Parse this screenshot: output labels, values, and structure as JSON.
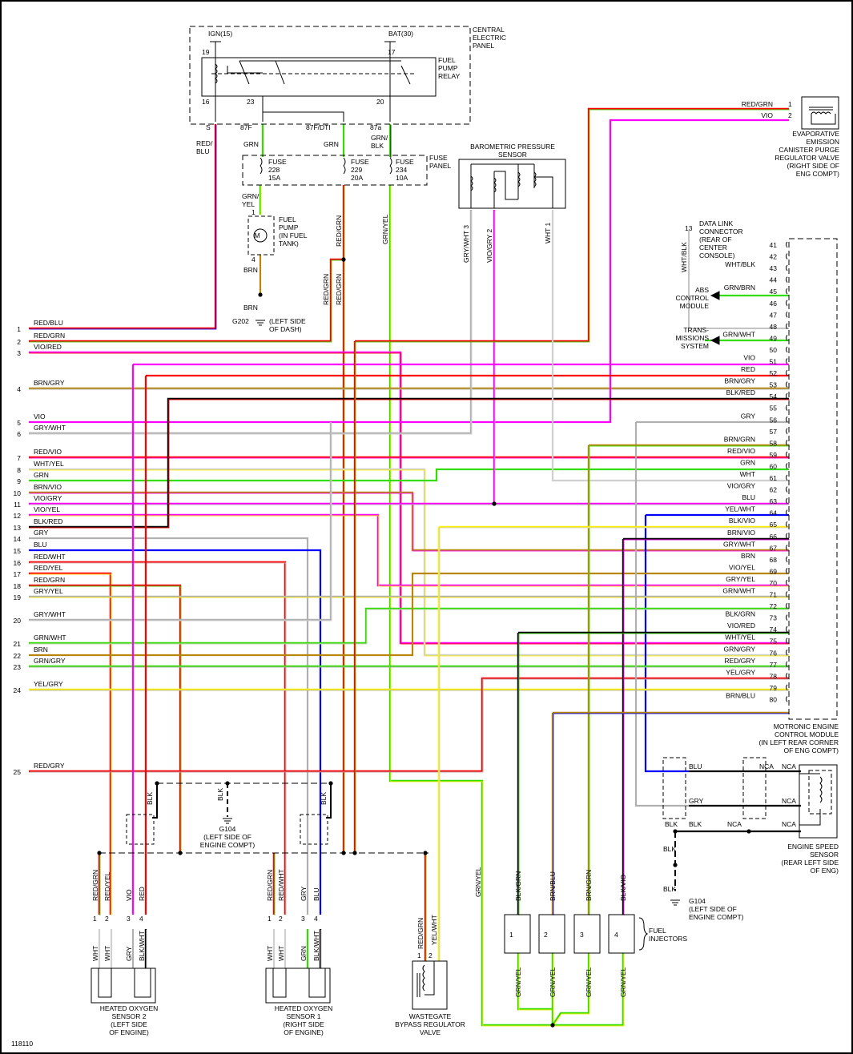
{
  "diagram_id": "118110",
  "colors": {
    "RED": "#ff0000",
    "BLU": "#0000ff",
    "GRN": "#33dd00",
    "VIO": "#ff00ff",
    "BRN": "#b8860b",
    "GRY": "#b0b0b0",
    "WHT": "#d0d0d0",
    "YEL": "#ffee00",
    "BLK": "#000000",
    "GRNLT": "#66ee00"
  },
  "components": {
    "central_panel": {
      "title": [
        "CENTRAL",
        "ELECTRIC",
        "PANEL"
      ],
      "ign": "IGN(15)",
      "bat": "BAT(30)",
      "pins": [
        "19",
        "17",
        "16",
        "23",
        "20"
      ],
      "outputs": [
        "S",
        "87F",
        "87F/DTI",
        "87a"
      ]
    },
    "relay": {
      "title": [
        "FUEL",
        "PUMP",
        "RELAY"
      ]
    },
    "fuse_panel": {
      "title": [
        "FUSE",
        "PANEL"
      ],
      "fuses": [
        {
          "name": "FUSE",
          "num": "228",
          "amp": "15A"
        },
        {
          "name": "FUSE",
          "num": "229",
          "amp": "20A"
        },
        {
          "name": "FUSE",
          "num": "234",
          "amp": "10A"
        }
      ]
    },
    "fuel_pump": {
      "title": [
        "FUEL",
        "PUMP",
        "(IN FUEL",
        "TANK)"
      ],
      "motor": "M",
      "pins": [
        "1",
        "4"
      ]
    },
    "g202": {
      "name": "G202",
      "loc": [
        "(LEFT SIDE",
        "OF DASH)"
      ]
    },
    "baro": {
      "title": [
        "BAROMETRIC PRESSURE",
        "SENSOR"
      ],
      "pins": [
        "3",
        "2",
        "1"
      ]
    },
    "evap": {
      "title": [
        "EVAPORATIVE",
        "EMISSION",
        "CANISTER PURGE",
        "REGULATOR VALVE",
        "(RIGHT SIDE OF",
        "ENG COMPT)"
      ],
      "pins": [
        "1",
        "2"
      ]
    },
    "dlc": {
      "title": [
        "DATA LINK",
        "CONNECTOR",
        "(REAR OF",
        "CENTER",
        "CONSOLE)"
      ],
      "pin": "13"
    },
    "abs": {
      "title": [
        "ABS",
        "CONTROL",
        "MODULE"
      ]
    },
    "trans": {
      "title": [
        "TRANS-",
        "MISSIONS",
        "SYSTEM"
      ]
    },
    "ecm": {
      "title": [
        "MOTRONIC ENGINE",
        "CONTROL MODULE",
        "(IN LEFT REAR CORNER",
        "OF ENG COMPT)"
      ]
    },
    "g104_top": {
      "name": "G104",
      "loc": [
        "(LEFT SIDE OF",
        "ENGINE COMPT)"
      ]
    },
    "g104_right": {
      "name": "G104",
      "loc": [
        "(LEFT SIDE OF",
        "ENGINE COMPT)"
      ]
    },
    "engine_speed": {
      "title": [
        "ENGINE SPEED",
        "SENSOR",
        "(REAR LEFT SIDE",
        "OF ENG)"
      ]
    },
    "injectors": {
      "title": [
        "FUEL",
        "INJECTORS"
      ],
      "nums": [
        "1",
        "2",
        "3",
        "4"
      ]
    },
    "ho2s2": {
      "title": [
        "HEATED OXYGEN",
        "SENSOR 2",
        "(LEFT SIDE",
        "OF ENGINE)"
      ],
      "pins": [
        "1",
        "2",
        "3",
        "4"
      ]
    },
    "ho2s1": {
      "title": [
        "HEATED OXYGEN",
        "SENSOR 1",
        "(RIGHT SIDE",
        "OF ENGINE)"
      ],
      "pins": [
        "1",
        "2",
        "3",
        "4"
      ]
    },
    "wastegate": {
      "title": [
        "WASTEGATE",
        "BYPASS REGULATOR",
        "VALVE"
      ],
      "pins": [
        "1",
        "2"
      ]
    }
  },
  "left_connector": [
    {
      "pin": "1",
      "wire": "RED/BLU"
    },
    {
      "pin": "2",
      "wire": "RED/GRN"
    },
    {
      "pin": "3",
      "wire": "VIO/RED"
    },
    {
      "pin": "4",
      "wire": "BRN/GRY"
    },
    {
      "pin": "5",
      "wire": "VIO"
    },
    {
      "pin": "6",
      "wire": "GRY/WHT"
    },
    {
      "pin": "7",
      "wire": "RED/VIO"
    },
    {
      "pin": "8",
      "wire": "WHT/YEL"
    },
    {
      "pin": "9",
      "wire": "GRN"
    },
    {
      "pin": "10",
      "wire": "BRN/VIO"
    },
    {
      "pin": "11",
      "wire": "VIO/GRY"
    },
    {
      "pin": "12",
      "wire": "VIO/YEL"
    },
    {
      "pin": "13",
      "wire": "BLK/RED"
    },
    {
      "pin": "14",
      "wire": "GRY"
    },
    {
      "pin": "15",
      "wire": "BLU"
    },
    {
      "pin": "16",
      "wire": "RED/WHT"
    },
    {
      "pin": "17",
      "wire": "RED/YEL"
    },
    {
      "pin": "18",
      "wire": "RED/GRN"
    },
    {
      "pin": "19",
      "wire": "GRY/YEL"
    },
    {
      "pin": "20",
      "wire": "GRY/WHT"
    },
    {
      "pin": "21",
      "wire": "GRN/WHT"
    },
    {
      "pin": "22",
      "wire": "BRN"
    },
    {
      "pin": "23",
      "wire": "GRN/GRY"
    },
    {
      "pin": "24",
      "wire": "YEL/GRY"
    },
    {
      "pin": "25",
      "wire": "RED/GRY"
    }
  ],
  "ecm_pins": [
    {
      "pin": "41",
      "wire": ""
    },
    {
      "pin": "42",
      "wire": ""
    },
    {
      "pin": "43",
      "wire": "WHT/BLK"
    },
    {
      "pin": "44",
      "wire": ""
    },
    {
      "pin": "45",
      "wire": "GRN/BRN"
    },
    {
      "pin": "46",
      "wire": ""
    },
    {
      "pin": "47",
      "wire": ""
    },
    {
      "pin": "48",
      "wire": ""
    },
    {
      "pin": "49",
      "wire": "GRN/WHT"
    },
    {
      "pin": "50",
      "wire": ""
    },
    {
      "pin": "51",
      "wire": "VIO"
    },
    {
      "pin": "52",
      "wire": "RED"
    },
    {
      "pin": "53",
      "wire": "BRN/GRY"
    },
    {
      "pin": "54",
      "wire": "BLK/RED"
    },
    {
      "pin": "55",
      "wire": ""
    },
    {
      "pin": "56",
      "wire": "GRY"
    },
    {
      "pin": "57",
      "wire": ""
    },
    {
      "pin": "58",
      "wire": "BRN/GRN"
    },
    {
      "pin": "59",
      "wire": "RED/VIO"
    },
    {
      "pin": "60",
      "wire": "GRN"
    },
    {
      "pin": "61",
      "wire": "WHT"
    },
    {
      "pin": "62",
      "wire": "VIO/GRY"
    },
    {
      "pin": "63",
      "wire": "BLU"
    },
    {
      "pin": "64",
      "wire": "YEL/WHT"
    },
    {
      "pin": "65",
      "wire": "BLK/VIO"
    },
    {
      "pin": "66",
      "wire": "BRN/VIO"
    },
    {
      "pin": "67",
      "wire": "GRY/WHT"
    },
    {
      "pin": "68",
      "wire": "BRN"
    },
    {
      "pin": "69",
      "wire": "VIO/YEL"
    },
    {
      "pin": "70",
      "wire": "GRY/YEL"
    },
    {
      "pin": "71",
      "wire": "GRN/WHT"
    },
    {
      "pin": "72",
      "wire": ""
    },
    {
      "pin": "73",
      "wire": "BLK/GRN"
    },
    {
      "pin": "74",
      "wire": "VIO/RED"
    },
    {
      "pin": "75",
      "wire": "WHT/YEL"
    },
    {
      "pin": "76",
      "wire": "GRN/GRY"
    },
    {
      "pin": "77",
      "wire": "RED/GRY"
    },
    {
      "pin": "78",
      "wire": "YEL/GRY"
    },
    {
      "pin": "79",
      "wire": ""
    },
    {
      "pin": "80",
      "wire": "BRN/BLU"
    }
  ],
  "wire_labels": {
    "relay_s": [
      "RED/",
      "BLU"
    ],
    "relay_87f": "GRN",
    "relay_87fdti": "GRN",
    "relay_87a": [
      "GRN/",
      "BLK"
    ],
    "pump_in": [
      "GRN/",
      "YEL"
    ],
    "pump_out": "BRN",
    "g202_wire": "BRN",
    "fuse229_out": "RED/GRN",
    "fuse234_out": "GRN/YEL",
    "split_a": "RED/GRN",
    "split_b": "RED/GRN",
    "baro3": "GRY/WHT",
    "baro2": "VIO/GRY",
    "baro1": "WHT",
    "evap1": "RED/GRN",
    "evap2": "VIO",
    "dlc_v": "WHT/BLK",
    "shield_blk1": "BLK",
    "shield_blk2": "BLK",
    "g104_blk": "BLK",
    "ess_blu": "BLU",
    "ess_gry": "GRY",
    "ess_blk": "BLK",
    "ess_blk2": "BLK",
    "ess_blk3": "BLK",
    "ess_blk4": "BLK",
    "nca": "NCA",
    "inj_top": [
      "BLK/GRN",
      "BRN/BLU",
      "BRN/GRN",
      "BLK/VIO"
    ],
    "inj_bot": "GRN/YEL",
    "inj_feed": "GRN/YEL",
    "ho2s2_top": [
      "RED/GRN",
      "RED/YEL",
      "VIO",
      "RED"
    ],
    "ho2s2_bot": [
      "WHT",
      "WHT",
      "GRY",
      "BLK/WHT"
    ],
    "ho2s1_top": [
      "RED/GRN",
      "RED/WHT",
      "GRY",
      "BLU"
    ],
    "ho2s1_bot": [
      "WHT",
      "WHT",
      "GRN",
      "BLK/WHT"
    ],
    "wg_top": [
      "RED/GRN",
      "YEL/WHT"
    ]
  }
}
